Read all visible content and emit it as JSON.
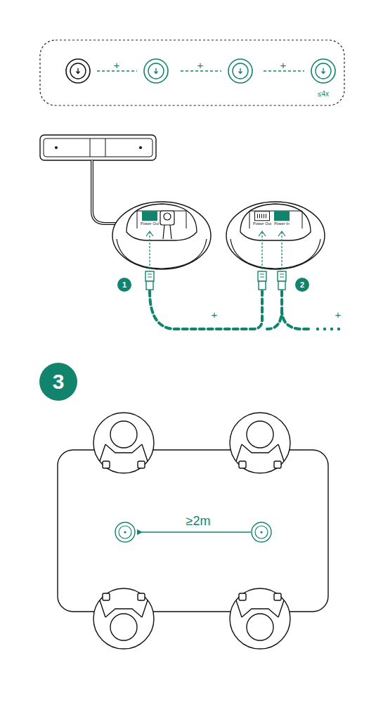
{
  "diagram": {
    "nodes": [
      {
        "text": [
          "Power Out"
        ]
      },
      {
        "text": [
          "Power Out"
        ]
      },
      {
        "text": [
          "Power In"
        ]
      },
      {
        "text": [
          "1"
        ]
      },
      {
        "text": [
          "2"
        ]
      },
      {
        "text": [
          "3"
        ]
      }
    ],
    "labels": [
      "+",
      "+",
      "+",
      "≤4x",
      "+",
      "+",
      "≥2m"
    ]
  }
}
